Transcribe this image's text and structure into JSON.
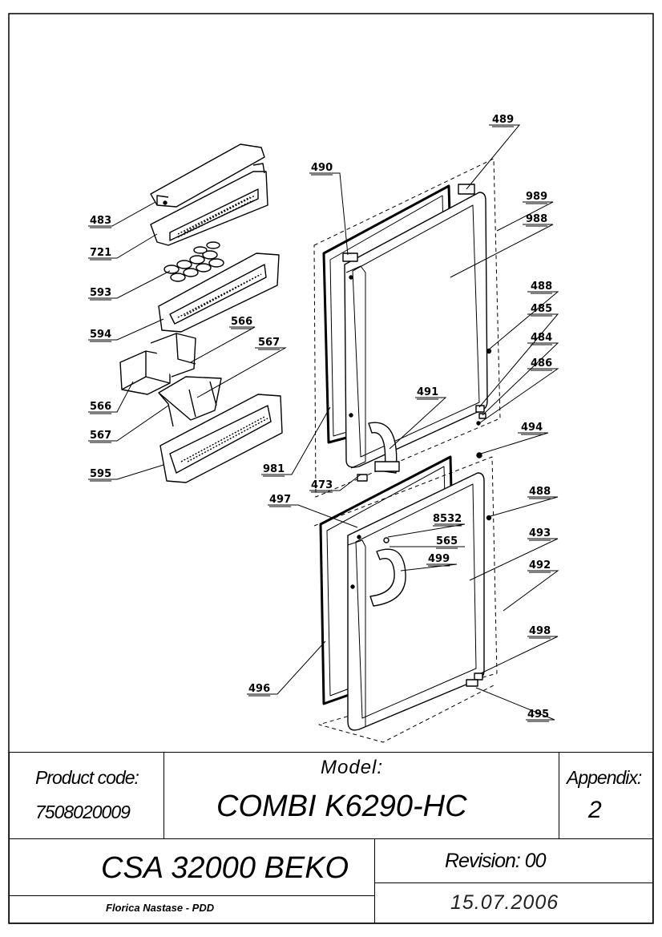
{
  "callouts": [
    "483",
    "721",
    "593",
    "594",
    "566",
    "567",
    "566",
    "567",
    "595",
    "490",
    "489",
    "989",
    "988",
    "488",
    "485",
    "484",
    "486",
    "491",
    "981",
    "473",
    "494",
    "497",
    "8532",
    "565",
    "499",
    "488",
    "493",
    "492",
    "496",
    "498",
    "495"
  ],
  "title_block": {
    "product_code_label": "Product code:",
    "product_code": "7508020009",
    "model_label": "Model:",
    "model": "COMBI K6290-HC",
    "appendix_label": "Appendix:",
    "appendix": "2",
    "doc_title": "CSA 32000 BEKO",
    "revision": "Revision: 00",
    "author": "Florica Nastase - PDD",
    "date": "15.07.2006"
  }
}
